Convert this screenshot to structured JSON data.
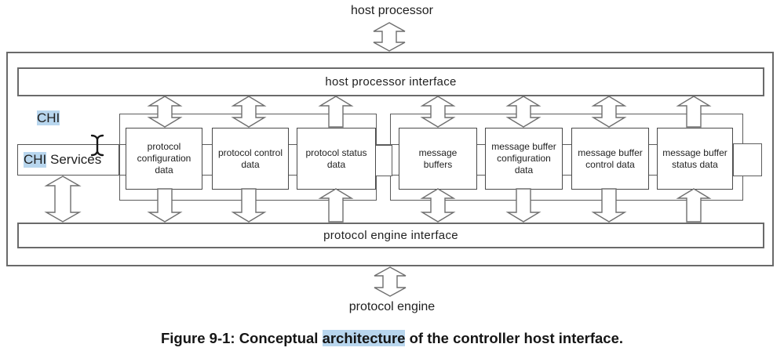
{
  "colors": {
    "highlight": "#b8d6ee",
    "outline": "#6a6a6a",
    "box_outline": "#4a4a4a",
    "text": "#1f1f1f",
    "background": "#ffffff"
  },
  "external": {
    "host_processor": "host processor",
    "protocol_engine": "protocol engine"
  },
  "interfaces": {
    "host": "host processor interface",
    "engine": "protocol engine interface"
  },
  "chi": {
    "label": "CHI",
    "services_highlight": "CHI",
    "services_rest": " Services"
  },
  "boxes": [
    "protocol configuration data",
    "protocol control data",
    "protocol status data",
    "message buffers",
    "message buffer configuration data",
    "message buffer control data",
    "message buffer status data"
  ],
  "arrows": {
    "host_link": "bidirectional",
    "engine_link": "bidirectional",
    "chi_services_link": "bidirectional",
    "columns": [
      {
        "to_host": "bidirectional",
        "to_engine": "to-engine"
      },
      {
        "to_host": "bidirectional",
        "to_engine": "to-engine"
      },
      {
        "to_host": "to-host",
        "to_engine": "from-engine"
      },
      {
        "to_host": "bidirectional",
        "to_engine": "bidirectional"
      },
      {
        "to_host": "bidirectional",
        "to_engine": "to-engine"
      },
      {
        "to_host": "bidirectional",
        "to_engine": "to-engine"
      },
      {
        "to_host": "to-host",
        "to_engine": "from-engine"
      }
    ]
  },
  "caption": {
    "prefix": "Figure 9-1: Conceptual ",
    "highlight": "architecture",
    "suffix": " of the controller host interface."
  },
  "cursor": {
    "type": "text-ibeam"
  }
}
